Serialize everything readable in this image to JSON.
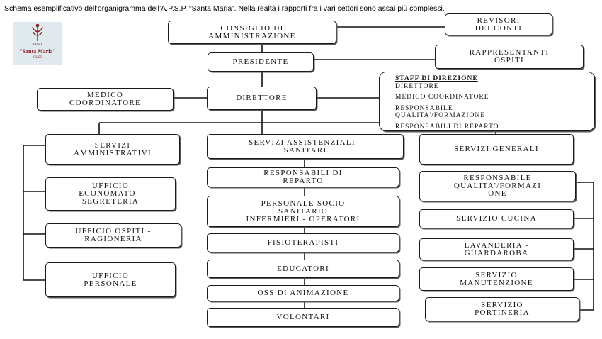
{
  "caption": "Schema esemplificativo dell’organigramma dell’A.P.S.P. “Santa Maria”. Nella realtà i rapporti fra i vari settori sono assai più complessi.",
  "logo": {
    "small": "A.P.S.P.",
    "name": "\"Santa Maria\"",
    "city": "CLES",
    "color": "#8b1a1a"
  },
  "nodes": {
    "consiglio": [
      "CONSIGLIO DI",
      "AMMINISTRAZIONE"
    ],
    "revisori": [
      "REVISORI",
      "DEI CONTI"
    ],
    "presidente": [
      "PRESIDENTE"
    ],
    "rappresentanti": [
      "RAPPRESENTANTI",
      "OSPITI"
    ],
    "direttore": [
      "DIRETTORE"
    ],
    "medico": [
      "MEDICO",
      "COORDINATORE"
    ],
    "staff": {
      "title": "STAFF DI DIREZIONE",
      "lines": [
        "DIRETTORE",
        "MEDICO COORDINATORE",
        "RESPONSABILE",
        "QUALITA'/FORMAZIONE",
        "RESPONSABILI DI REPARTO"
      ]
    },
    "serv_amm": [
      "SERVIZI",
      "AMMINISTRATIVI"
    ],
    "serv_ass": [
      "SERVIZI ASSISTENZIALI -",
      "SANITARI"
    ],
    "serv_gen": [
      "SERVIZI GENERALI"
    ],
    "uff_econ": [
      "UFFICIO",
      "ECONOMATO -",
      "SEGRETERIA"
    ],
    "uff_ospiti": [
      "UFFICIO OSPITI -",
      "RAGIONERIA"
    ],
    "uff_pers": [
      "UFFICIO",
      "PERSONALE"
    ],
    "resp_rep": [
      "RESPONSABILI DI",
      "REPARTO"
    ],
    "pers_socio": [
      "PERSONALE SOCIO",
      "SANITARIO",
      "INFERMIERI - OPERATORI"
    ],
    "fisio": [
      "FISIOTERAPISTI"
    ],
    "educ": [
      "EDUCATORI"
    ],
    "oss": [
      "OSS DI ANIMAZIONE"
    ],
    "volont": [
      "VOLONTARI"
    ],
    "resp_qual": [
      "RESPONSABILE",
      "QUALITA'/FORMAZI",
      "ONE"
    ],
    "cucina": [
      "SERVIZIO CUCINA"
    ],
    "lavand": [
      "LAVANDERIA -",
      "GUARDAROBA"
    ],
    "manut": [
      "SERVIZIO",
      "MANUTENZIONE"
    ],
    "portin": [
      "SERVIZIO",
      "PORTINERIA"
    ]
  }
}
